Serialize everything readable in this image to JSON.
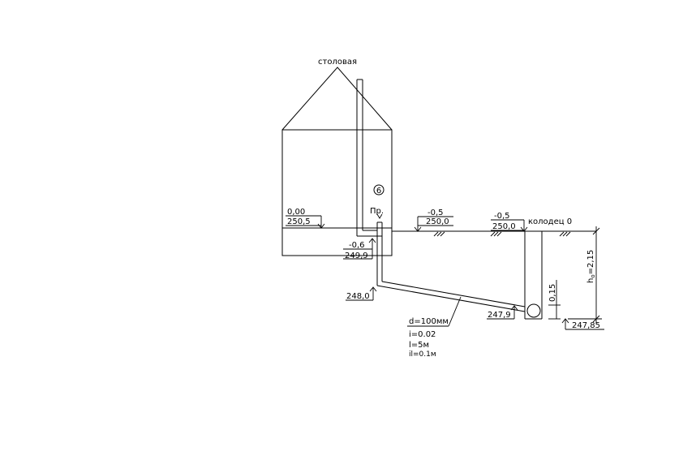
{
  "labels": {
    "building": "столовая",
    "marker_number": "6",
    "riser_label": "Пр.",
    "floor_mark_top": "0,00",
    "floor_mark_bottom": "250,5",
    "ground1_top": "-0,5",
    "ground1_bottom": "250,0",
    "ground2_top": "-0,5",
    "ground2_bottom": "250,0",
    "well": "колодец  0",
    "exit_top": "-0,6",
    "exit_bottom": "249,9",
    "pipe_invert_start": "248,0",
    "pipe_invert_end": "247,9",
    "well_gap": "0,15",
    "well_bottom": "247,85",
    "depth_h": "h",
    "depth_sub": "o",
    "depth_value": "=2,15",
    "pipe_diameter": "d=100мм",
    "pipe_slope": "i=0.02",
    "pipe_length": "l=5м",
    "pipe_drop": "il=0.1м"
  }
}
